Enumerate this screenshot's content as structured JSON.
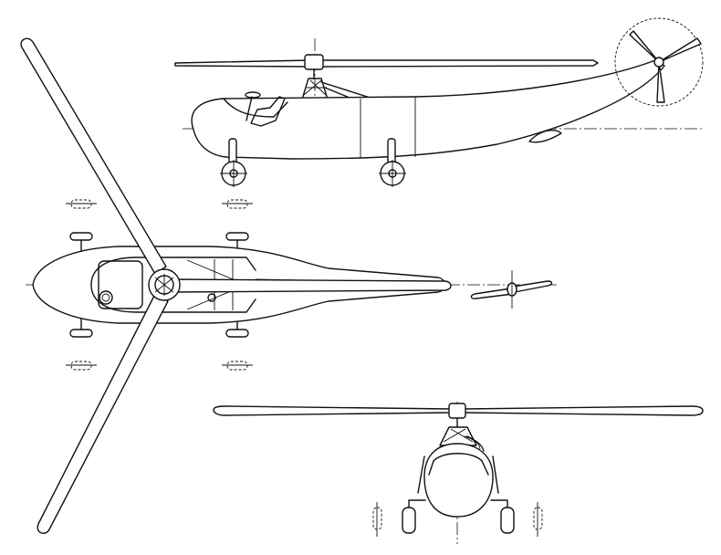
{
  "drawing": {
    "kind": "three-view line drawing",
    "views": [
      "side",
      "top",
      "front"
    ],
    "colors": {
      "ink": "#111111",
      "paper": "#ffffff"
    }
  }
}
